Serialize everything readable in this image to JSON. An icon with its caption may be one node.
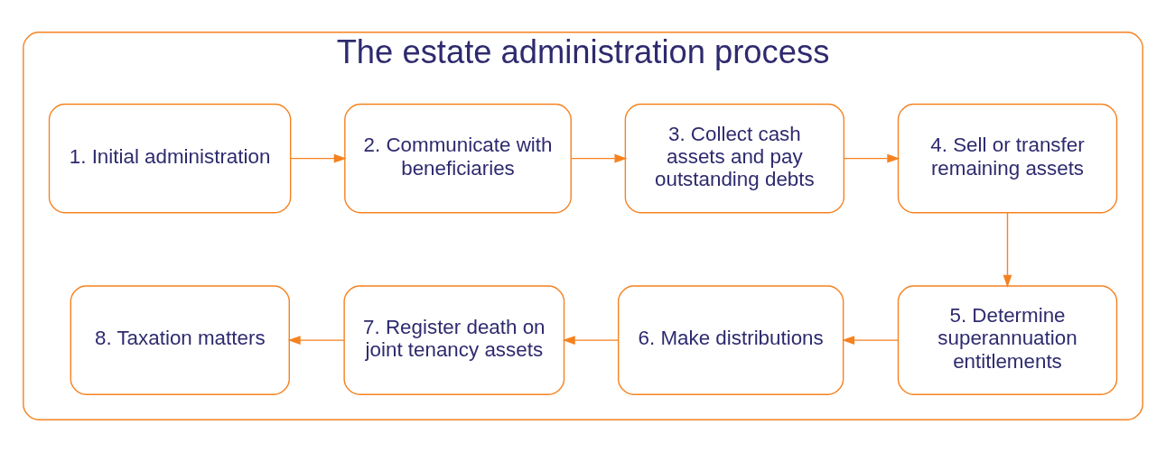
{
  "diagram": {
    "nodes": [
      {
        "text": [
          "The estate administration process"
        ]
      },
      {
        "text": [
          "1. Initial administration"
        ],
        "in": 0
      },
      {
        "text": [
          "2. Communicate with beneficiaries"
        ],
        "in": 0
      },
      {
        "text": [
          "3. Collect cash assets and pay outstanding debts"
        ],
        "in": 0
      },
      {
        "text": [
          "4. Sell or transfer remaining assets"
        ],
        "in": 0
      },
      {
        "text": [
          "5. Determine superannuation entitlements"
        ],
        "in": 0
      },
      {
        "text": [
          "6. Make distributions"
        ],
        "in": 0
      },
      {
        "text": [
          "7. Register death on joint tenancy assets"
        ],
        "in": 0
      },
      {
        "text": [
          "8. Taxation matters"
        ],
        "in": 0
      }
    ],
    "edges": [
      {
        "from": 1,
        "to": 2,
        "arrow": "to"
      },
      {
        "from": 2,
        "to": 3,
        "arrow": "to"
      },
      {
        "from": 3,
        "to": 4,
        "arrow": "to"
      },
      {
        "from": 4,
        "to": 5,
        "arrow": "to"
      },
      {
        "from": 5,
        "to": 6,
        "arrow": "to"
      },
      {
        "from": 6,
        "to": 7,
        "arrow": "to"
      },
      {
        "from": 7,
        "to": 8,
        "arrow": "to"
      }
    ]
  }
}
